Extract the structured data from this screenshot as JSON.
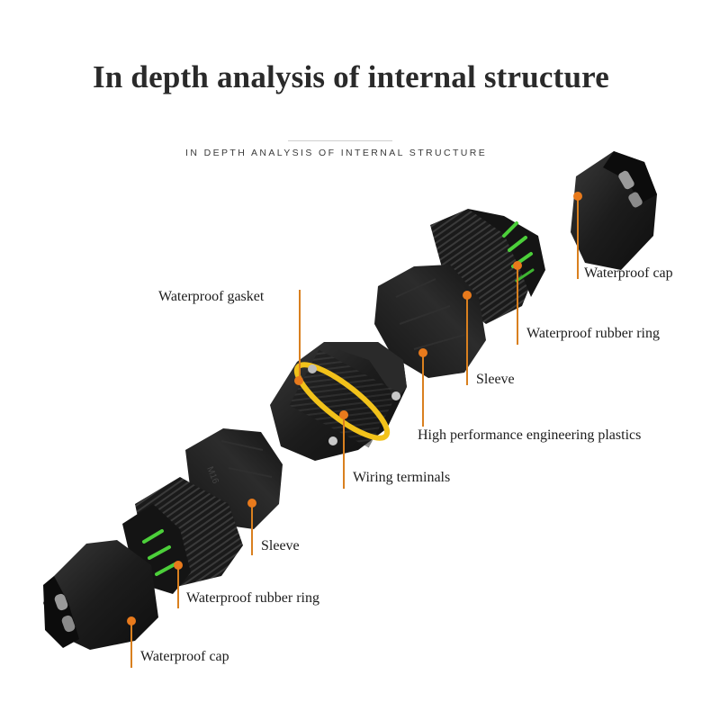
{
  "header": {
    "title": "In depth analysis of internal structure",
    "subtitle": "IN DEPTH ANALYSIS OF INTERNAL STRUCTURE"
  },
  "colors": {
    "leader": "#d9801f",
    "dot": "#e87a1c",
    "part_black": "#1e1e1e",
    "rubber_green": "#4ccf3a",
    "gasket_yellow": "#f2c21a"
  },
  "parts": [
    {
      "id": "cap-top",
      "name": "Waterproof cap",
      "icon": "waterproof-cap"
    },
    {
      "id": "rubber-ring-top",
      "name": "Waterproof rubber ring",
      "icon": "rubber-ring"
    },
    {
      "id": "sleeve-top",
      "name": "Sleeve",
      "icon": "sleeve"
    },
    {
      "id": "plastics",
      "name": "High performance engineering plastics",
      "icon": "body-housing"
    },
    {
      "id": "gasket",
      "name": "Waterproof gasket",
      "icon": "gasket"
    },
    {
      "id": "terminals",
      "name": "Wiring terminals",
      "icon": "wiring-terminal"
    },
    {
      "id": "sleeve-bottom",
      "name": "Sleeve",
      "icon": "sleeve"
    },
    {
      "id": "rubber-ring-bottom",
      "name": "Waterproof rubber ring",
      "icon": "rubber-ring"
    },
    {
      "id": "cap-bottom",
      "name": "Waterproof cap",
      "icon": "waterproof-cap"
    }
  ],
  "sleeve_marking": "M16"
}
